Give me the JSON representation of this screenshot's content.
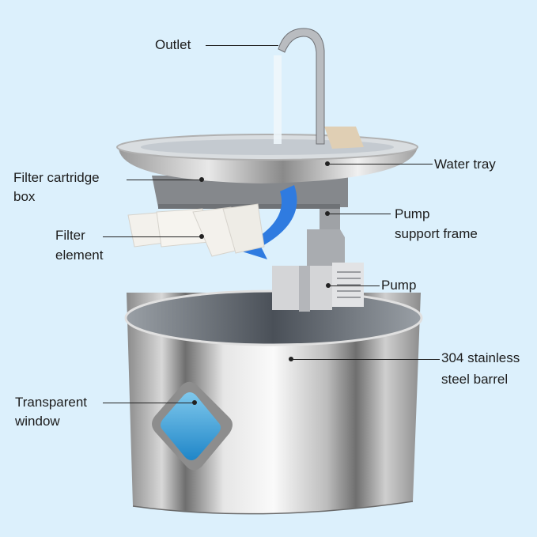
{
  "diagram": {
    "subject": "Stainless steel pet water fountain exploded view",
    "background_color": "#dcf0fc",
    "labels": [
      {
        "id": "outlet",
        "line1": "Outlet",
        "line2": ""
      },
      {
        "id": "water-tray",
        "line1": "Water tray",
        "line2": ""
      },
      {
        "id": "filter-cartridge-box",
        "line1": "Filter cartridge",
        "line2": "box"
      },
      {
        "id": "pump-support-frame",
        "line1": "Pump",
        "line2": "support frame"
      },
      {
        "id": "filter-element",
        "line1": "Filter",
        "line2": "element"
      },
      {
        "id": "pump",
        "line1": "Pump",
        "line2": ""
      },
      {
        "id": "barrel",
        "line1": "304 stainless",
        "line2": "steel barrel"
      },
      {
        "id": "transparent-window",
        "line1": "Transparent",
        "line2": "window"
      }
    ],
    "colors": {
      "steel_light": "#f2f2f2",
      "steel_dark": "#7c7c7c",
      "plastic_gray": "#8e9094",
      "pump_gray": "#d4d5d7",
      "filter_white": "#f3f1ec",
      "arrow_blue": "#2f7be0",
      "window_blue": "#3aa9dc"
    }
  }
}
